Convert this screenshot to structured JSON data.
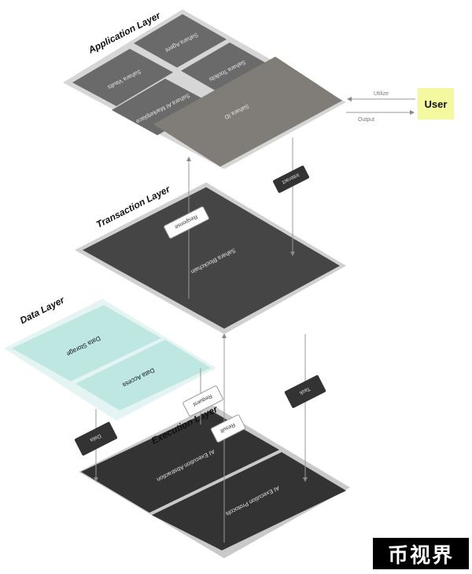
{
  "layers": {
    "application": {
      "title": "Application Layer",
      "tiles": [
        "Sahara Agent",
        "Sahara Toolkits",
        "Sahara Vaults",
        "Sahara AI Marketplace",
        "Sahara ID"
      ]
    },
    "transaction": {
      "title": "Transaction Layer",
      "tiles": [
        "Sahara Blockchain"
      ]
    },
    "data": {
      "title": "Data Layer",
      "tiles": [
        "Data Storage",
        "Data Access"
      ]
    },
    "execution": {
      "title": "Execution Layer",
      "tiles": [
        "AI Execution Abstraction",
        "AI Execution Protocols"
      ]
    }
  },
  "actor": {
    "label": "User"
  },
  "flows": {
    "utilize": "Utilize",
    "output": "Output",
    "interact": "Interact",
    "response": "Response",
    "request": "Request",
    "result": "Result",
    "data": "Data",
    "task": "Task"
  },
  "watermark": "币视界",
  "colors": {
    "app_platform": "#d6d6d6",
    "app_tile": "#6a6a6a",
    "app_id_tile": "#807c77",
    "transaction": "#454545",
    "data_tile": "#bfe7e2",
    "execution": "#333333",
    "user": "#f4f9a0"
  }
}
